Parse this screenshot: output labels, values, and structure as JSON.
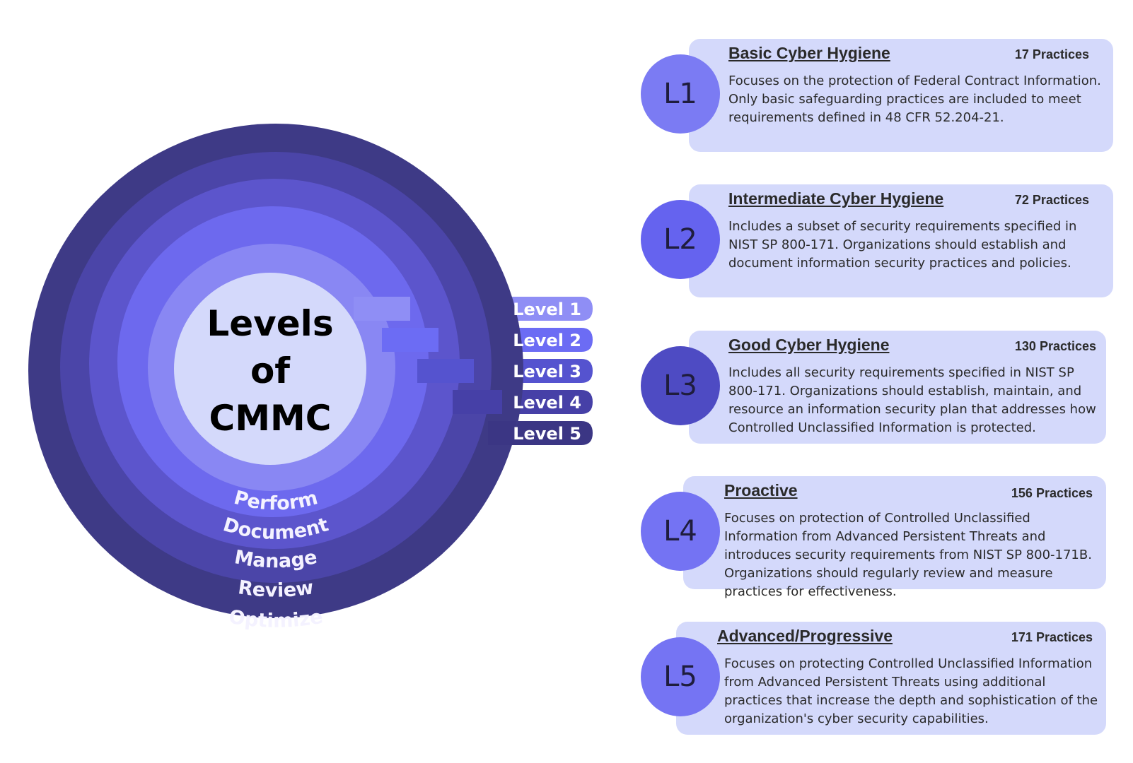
{
  "center": {
    "lines": [
      "Levels",
      "of",
      "CMMC"
    ]
  },
  "rings": [
    "Perform",
    "Document",
    "Manage",
    "Review",
    "Optimize"
  ],
  "tabs": [
    "Level 1",
    "Level 2",
    "Level 3",
    "Level 4",
    "Level 5"
  ],
  "levels": [
    {
      "badge": "L1",
      "title": "Basic Cyber Hygiene",
      "practices": "17 Practices",
      "description": "Focuses on the protection of Federal Contract Information. Only basic safeguarding practices are included to meet requirements defined in 48 CFR 52.204-21."
    },
    {
      "badge": "L2",
      "title": "Intermediate Cyber Hygiene",
      "practices": "72 Practices",
      "description": "Includes a subset of security requirements specified in NIST SP 800-171. Organizations should establish and document information security practices and policies."
    },
    {
      "badge": "L3",
      "title": "Good Cyber Hygiene",
      "practices": "130 Practices",
      "description": "Includes all security requirements specified in NIST SP 800-171. Organizations should establish, maintain, and resource an information security plan that addresses how Controlled Unclassified Information is protected."
    },
    {
      "badge": "L4",
      "title": "Proactive",
      "practices": "156 Practices",
      "description": "Focuses on protection of Controlled Unclassified Information from Advanced Persistent Threats and introduces security requirements from NIST SP 800-171B. Organizations should regularly review and measure practices for effectiveness."
    },
    {
      "badge": "L5",
      "title": "Advanced/Progressive",
      "practices": "171 Practices",
      "description": "Focuses on protecting Controlled Unclassified Information from Advanced Persistent Threats using additional practices that increase the depth and sophistication of the organization's cyber security capabilities."
    }
  ],
  "colors": {
    "ring_outer": "#3e3a86",
    "ring_4": "#4b45a8",
    "ring_3": "#5c55cc",
    "ring_2": "#6d69ee",
    "ring_1": "#8987f3",
    "center_fill": "#d4d9fb",
    "tab_1": "#8f8ef5",
    "tab_2": "#6c6cf4",
    "tab_3": "#5553cf",
    "tab_4": "#4640a7",
    "tab_5": "#3b3684",
    "badge_1": "#7b7bf3",
    "badge_2": "#6563ef",
    "badge_3": "#4e4bc3",
    "badge_4": "#7473f3",
    "badge_5": "#7574f3",
    "card_bg": "#d4d9fb"
  }
}
